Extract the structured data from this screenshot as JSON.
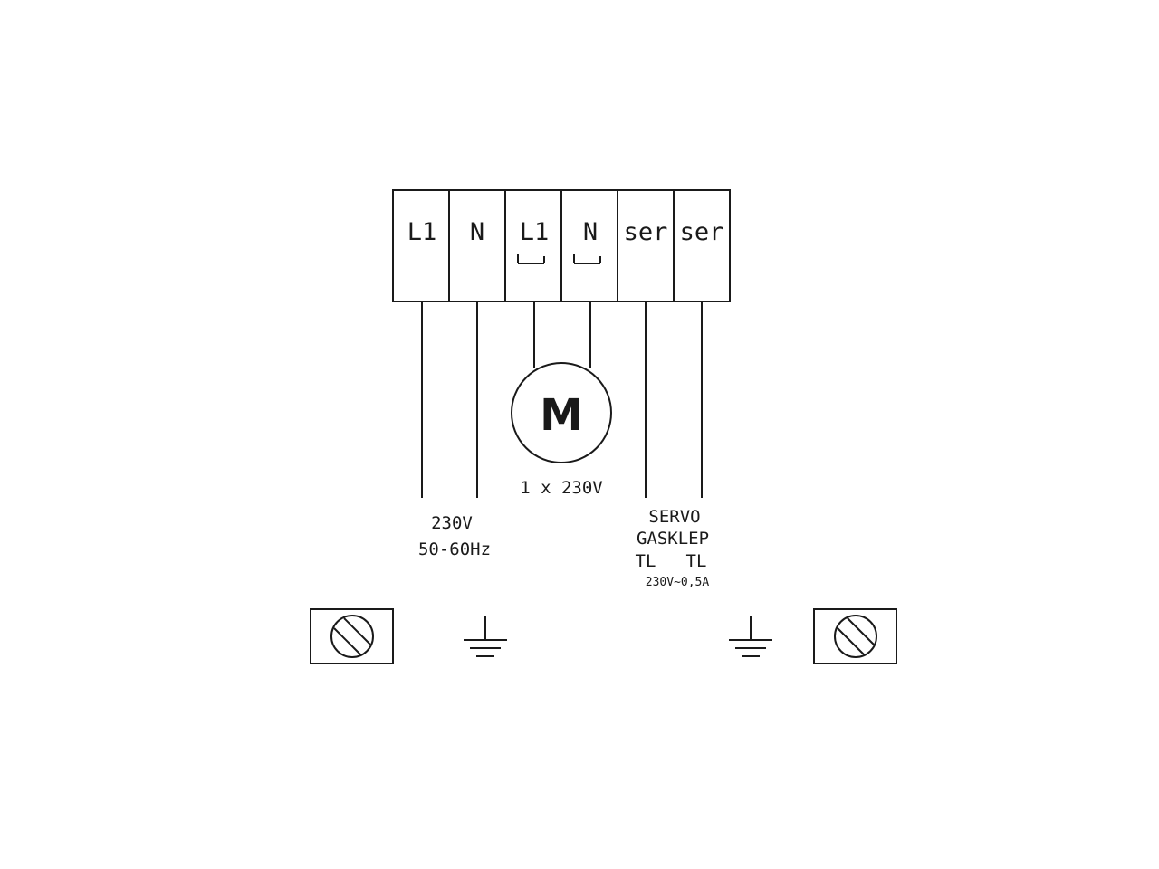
{
  "terminals": [
    {
      "label": "L1",
      "switched": false
    },
    {
      "label": "N",
      "switched": false
    },
    {
      "label": "L1",
      "switched": true
    },
    {
      "label": "N",
      "switched": true
    },
    {
      "label": "ser",
      "switched": false
    },
    {
      "label": "ser",
      "switched": false
    }
  ],
  "motor": {
    "letter": "M",
    "rating": "1 x 230V"
  },
  "supply": {
    "voltage": "230V",
    "frequency": "50-60Hz"
  },
  "servo": {
    "line1": "SERVO",
    "line2": "GASKLEP",
    "tl_left": "TL",
    "tl_right": "TL",
    "rating": "230V~0,5A"
  },
  "symbols": [
    "fuse-icon",
    "ground-icon",
    "ground-icon",
    "fuse-icon"
  ]
}
